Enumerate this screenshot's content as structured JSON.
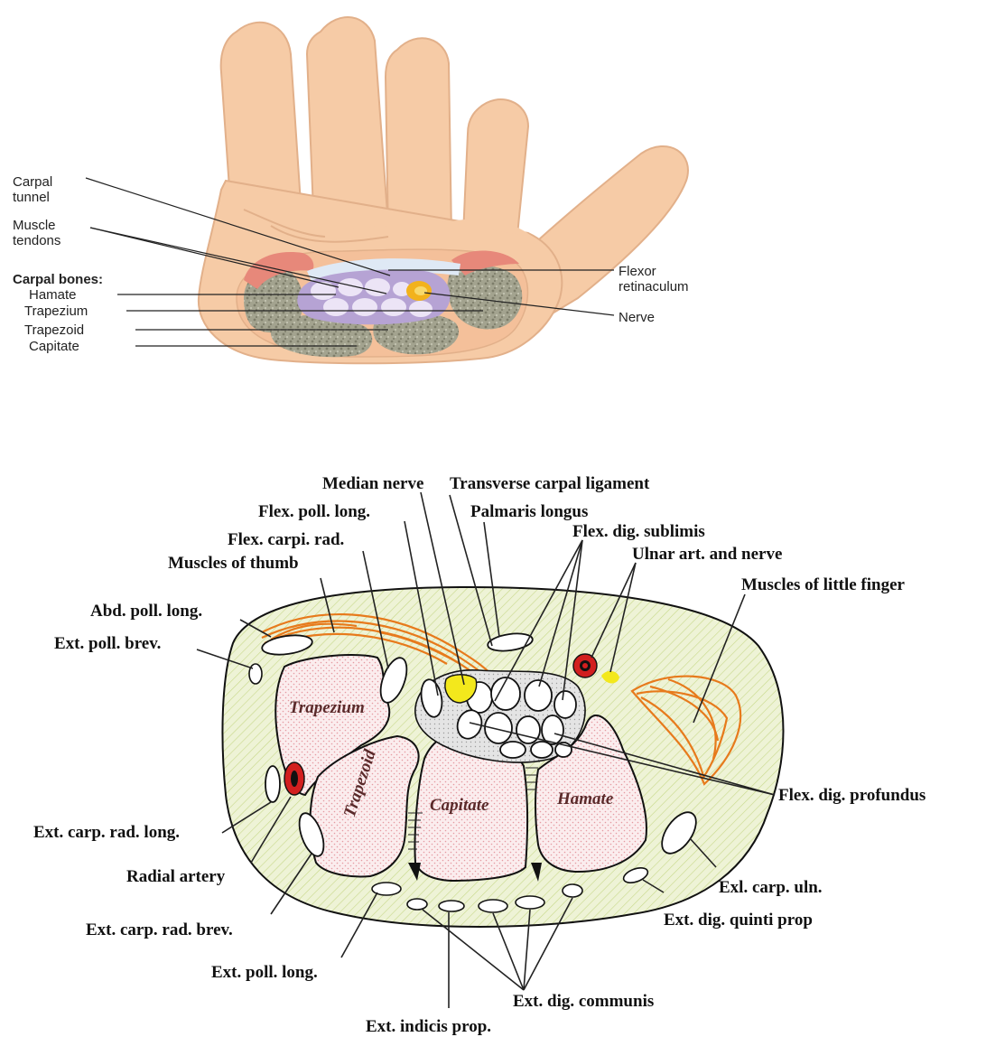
{
  "hand_diagram": {
    "labels": {
      "carpal_tunnel": [
        "Carpal",
        "tunnel"
      ],
      "muscle_tendons": [
        "Muscle",
        "tendons"
      ],
      "carpal_bones_heading": "Carpal bones:",
      "hamate": "Hamate",
      "trapezium": "Trapezium",
      "trapezoid": "Trapezoid",
      "capitate": "Capitate",
      "flexor_retinaculum": [
        "Flexor",
        "retinaculum"
      ],
      "nerve": "Nerve"
    },
    "colors": {
      "skin": "#f6cba6",
      "skin_outline": "#e2b08a",
      "bone": "#9a9a86",
      "sheath": "#b6a3d4",
      "muscle": "#e7887a",
      "nerve": "#f2b21c",
      "ligament": "#dfe9f5"
    }
  },
  "cross_section": {
    "labels": {
      "median_nerve": "Median nerve",
      "transverse_carpal_ligament": "Transverse carpal ligament",
      "flex_poll_long": "Flex. poll. long.",
      "palmaris_longus": "Palmaris longus",
      "flex_carpi_rad": "Flex. carpi. rad.",
      "flex_dig_sublimis": "Flex. dig. sublimis",
      "muscles_of_thumb": "Muscles of thumb",
      "ulnar_art_and_nerve": "Ulnar art. and nerve",
      "muscles_of_little_finger": "Muscles of little finger",
      "abd_poll_long": "Abd. poll. long.",
      "ext_poll_brev": "Ext. poll. brev.",
      "flex_dig_profundus": "Flex. dig. profundus",
      "ext_carp_rad_long": "Ext. carp. rad. long.",
      "radial_artery": "Radial artery",
      "exl_carp_uln": "Exl. carp. uln.",
      "ext_carp_rad_brev": "Ext. carp. rad. brev.",
      "ext_dig_quinti_prop": "Ext. dig. quinti prop",
      "ext_poll_long": "Ext. poll. long.",
      "ext_dig_communis": "Ext. dig. communis",
      "ext_indicis_prop": "Ext. indicis prop.",
      "bone_trapezium": "Trapezium",
      "bone_trapezoid": "Trapezoid",
      "bone_capitate": "Capitate",
      "bone_hamate": "Hamate"
    },
    "colors": {
      "background": "#eef3d6",
      "hatch": "#c8d98a",
      "bone_fill": "#fbe9ea",
      "bone_dot": "#e7aab0",
      "muscle": "#e77a1c",
      "artery": "#d21f1f",
      "nerve": "#f3e81c",
      "sheath": "#d9d9d9"
    }
  }
}
